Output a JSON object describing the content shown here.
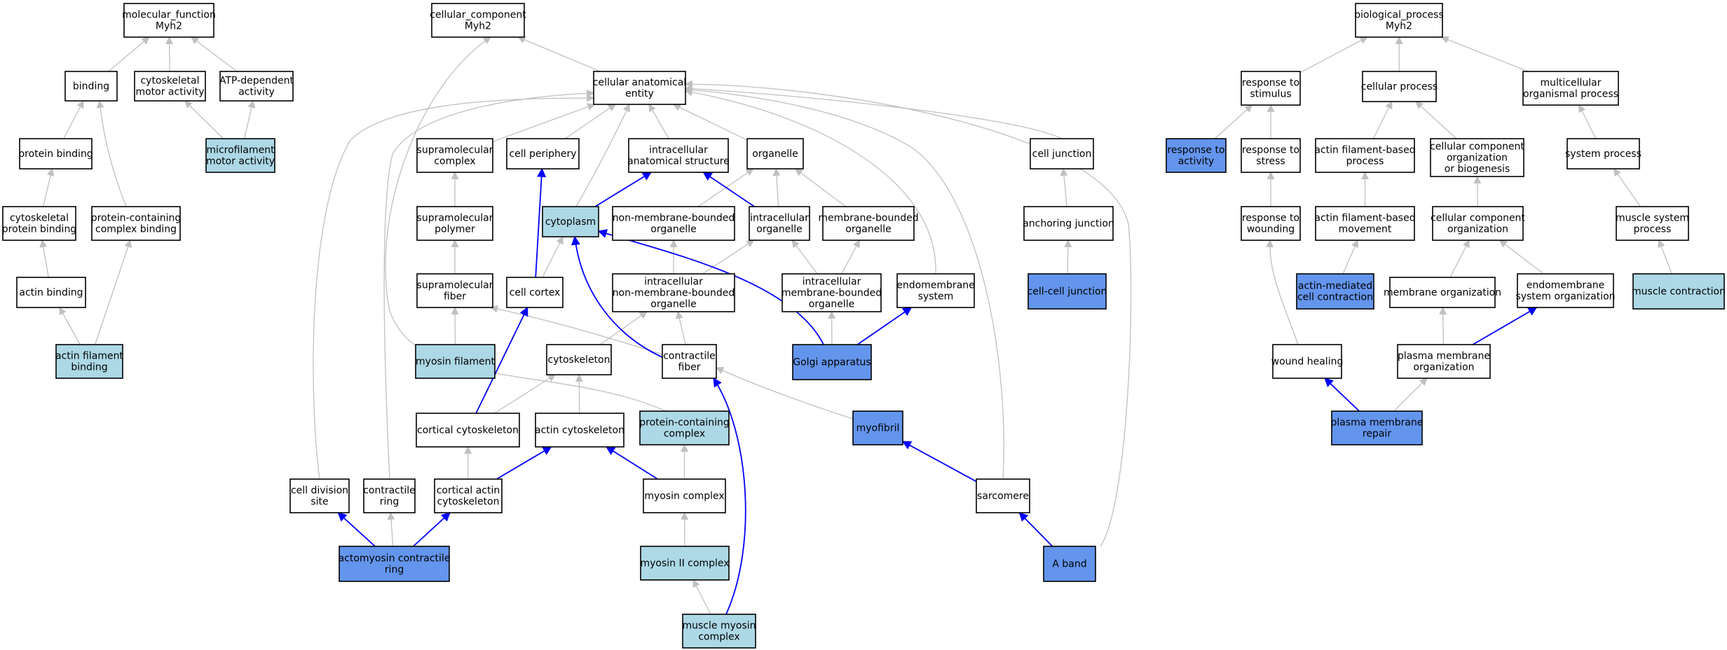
{
  "colors": {
    "plain": "#ffffff",
    "light": "#add8e6",
    "blue": "#6495ed",
    "edge_gray": "#c0c0c0",
    "edge_blue": "#0000ff"
  },
  "nodes": [
    {
      "id": "mf_root",
      "lines": [
        "molecular_function",
        "Myh2"
      ],
      "fill": "plain"
    },
    {
      "id": "binding",
      "lines": [
        "binding"
      ],
      "fill": "plain"
    },
    {
      "id": "cyto_motor",
      "lines": [
        "cytoskeletal",
        "motor activity"
      ],
      "fill": "plain"
    },
    {
      "id": "atp_dep",
      "lines": [
        "ATP-dependent",
        "activity"
      ],
      "fill": "plain"
    },
    {
      "id": "protein_binding",
      "lines": [
        "protein binding"
      ],
      "fill": "plain"
    },
    {
      "id": "microfilament_motor",
      "lines": [
        "microfilament",
        "motor activity"
      ],
      "fill": "light"
    },
    {
      "id": "cyto_protein_binding",
      "lines": [
        "cytoskeletal",
        "protein binding"
      ],
      "fill": "plain"
    },
    {
      "id": "pc_complex_binding",
      "lines": [
        "protein-containing",
        "complex binding"
      ],
      "fill": "plain"
    },
    {
      "id": "actin_binding",
      "lines": [
        "actin binding"
      ],
      "fill": "plain"
    },
    {
      "id": "actin_filament_binding",
      "lines": [
        "actin filament",
        "binding"
      ],
      "fill": "light"
    },
    {
      "id": "cc_root",
      "lines": [
        "cellular_component",
        "Myh2"
      ],
      "fill": "plain"
    },
    {
      "id": "cae",
      "lines": [
        "cellular anatomical",
        "entity"
      ],
      "fill": "plain"
    },
    {
      "id": "supramol_complex",
      "lines": [
        "supramolecular",
        "complex"
      ],
      "fill": "plain"
    },
    {
      "id": "cell_periphery",
      "lines": [
        "cell periphery"
      ],
      "fill": "plain"
    },
    {
      "id": "ias",
      "lines": [
        "intracellular",
        "anatomical structure"
      ],
      "fill": "plain"
    },
    {
      "id": "organelle",
      "lines": [
        "organelle"
      ],
      "fill": "plain"
    },
    {
      "id": "cell_junction",
      "lines": [
        "cell junction"
      ],
      "fill": "plain"
    },
    {
      "id": "supramol_polymer",
      "lines": [
        "supramolecular",
        "polymer"
      ],
      "fill": "plain"
    },
    {
      "id": "cytoplasm",
      "lines": [
        "cytoplasm"
      ],
      "fill": "light"
    },
    {
      "id": "nmbo",
      "lines": [
        "non-membrane-bounded",
        "organelle"
      ],
      "fill": "plain"
    },
    {
      "id": "ic_organelle",
      "lines": [
        "intracellular",
        "organelle"
      ],
      "fill": "plain"
    },
    {
      "id": "mbo",
      "lines": [
        "membrane-bounded",
        "organelle"
      ],
      "fill": "plain"
    },
    {
      "id": "anchoring_junction",
      "lines": [
        "anchoring junction"
      ],
      "fill": "plain"
    },
    {
      "id": "supramol_fiber",
      "lines": [
        "supramolecular",
        "fiber"
      ],
      "fill": "plain"
    },
    {
      "id": "cell_cortex",
      "lines": [
        "cell cortex"
      ],
      "fill": "plain"
    },
    {
      "id": "ic_nmbo",
      "lines": [
        "intracellular",
        "non-membrane-bounded",
        "organelle"
      ],
      "fill": "plain"
    },
    {
      "id": "ic_mbo",
      "lines": [
        "intracellular",
        "membrane-bounded",
        "organelle"
      ],
      "fill": "plain"
    },
    {
      "id": "endomembrane",
      "lines": [
        "endomembrane",
        "system"
      ],
      "fill": "plain"
    },
    {
      "id": "ccj",
      "lines": [
        "cell-cell junction"
      ],
      "fill": "blue"
    },
    {
      "id": "myosin_filament",
      "lines": [
        "myosin filament"
      ],
      "fill": "light"
    },
    {
      "id": "cytoskeleton",
      "lines": [
        "cytoskeleton"
      ],
      "fill": "plain"
    },
    {
      "id": "contractile_fiber",
      "lines": [
        "contractile",
        "fiber"
      ],
      "fill": "plain"
    },
    {
      "id": "golgi",
      "lines": [
        "Golgi apparatus"
      ],
      "fill": "blue"
    },
    {
      "id": "cortical_cytoskeleton",
      "lines": [
        "cortical cytoskeleton"
      ],
      "fill": "plain"
    },
    {
      "id": "actin_cytoskeleton",
      "lines": [
        "actin cytoskeleton"
      ],
      "fill": "plain"
    },
    {
      "id": "pc_complex",
      "lines": [
        "protein-containing",
        "complex"
      ],
      "fill": "light"
    },
    {
      "id": "myofibril",
      "lines": [
        "myofibril"
      ],
      "fill": "blue"
    },
    {
      "id": "cds",
      "lines": [
        "cell division",
        "site"
      ],
      "fill": "plain"
    },
    {
      "id": "contractile_ring",
      "lines": [
        "contractile",
        "ring"
      ],
      "fill": "plain"
    },
    {
      "id": "cortical_actin",
      "lines": [
        "cortical actin",
        "cytoskeleton"
      ],
      "fill": "plain"
    },
    {
      "id": "myosin_complex",
      "lines": [
        "myosin complex"
      ],
      "fill": "plain"
    },
    {
      "id": "sarcomere",
      "lines": [
        "sarcomere"
      ],
      "fill": "plain"
    },
    {
      "id": "acto_ring",
      "lines": [
        "actomyosin contractile",
        "ring"
      ],
      "fill": "blue"
    },
    {
      "id": "myosin2",
      "lines": [
        "myosin II complex"
      ],
      "fill": "light"
    },
    {
      "id": "a_band",
      "lines": [
        "A band"
      ],
      "fill": "blue"
    },
    {
      "id": "mmc",
      "lines": [
        "muscle myosin",
        "complex"
      ],
      "fill": "light"
    },
    {
      "id": "bp_root",
      "lines": [
        "biological_process",
        "Myh2"
      ],
      "fill": "plain"
    },
    {
      "id": "resp_stimulus",
      "lines": [
        "response to",
        "stimulus"
      ],
      "fill": "plain"
    },
    {
      "id": "cell_process",
      "lines": [
        "cellular process"
      ],
      "fill": "plain"
    },
    {
      "id": "multicell",
      "lines": [
        "multicellular",
        "organismal process"
      ],
      "fill": "plain"
    },
    {
      "id": "resp_activity",
      "lines": [
        "response to",
        "activity"
      ],
      "fill": "blue"
    },
    {
      "id": "resp_stress",
      "lines": [
        "response to",
        "stress"
      ],
      "fill": "plain"
    },
    {
      "id": "afb_process",
      "lines": [
        "actin filament-based",
        "process"
      ],
      "fill": "plain"
    },
    {
      "id": "ccob",
      "lines": [
        "cellular component",
        "organization",
        "or biogenesis"
      ],
      "fill": "plain"
    },
    {
      "id": "system_process",
      "lines": [
        "system process"
      ],
      "fill": "plain"
    },
    {
      "id": "resp_wounding",
      "lines": [
        "response to",
        "wounding"
      ],
      "fill": "plain"
    },
    {
      "id": "afb_movement",
      "lines": [
        "actin filament-based",
        "movement"
      ],
      "fill": "plain"
    },
    {
      "id": "cco",
      "lines": [
        "cellular component",
        "organization"
      ],
      "fill": "plain"
    },
    {
      "id": "msp",
      "lines": [
        "muscle system",
        "process"
      ],
      "fill": "plain"
    },
    {
      "id": "amcc",
      "lines": [
        "actin-mediated",
        "cell contraction"
      ],
      "fill": "blue"
    },
    {
      "id": "membrane_org",
      "lines": [
        "membrane organization"
      ],
      "fill": "plain"
    },
    {
      "id": "endo_org",
      "lines": [
        "endomembrane",
        "system organization"
      ],
      "fill": "plain"
    },
    {
      "id": "muscle_contraction",
      "lines": [
        "muscle contraction"
      ],
      "fill": "light"
    },
    {
      "id": "wound_healing",
      "lines": [
        "wound healing"
      ],
      "fill": "plain"
    },
    {
      "id": "pm_org",
      "lines": [
        "plasma membrane",
        "organization"
      ],
      "fill": "plain"
    },
    {
      "id": "pm_repair",
      "lines": [
        "plasma membrane",
        "repair"
      ],
      "fill": "blue"
    }
  ],
  "edges": [
    {
      "from": "binding",
      "to": "mf_root",
      "color": "gray"
    },
    {
      "from": "cyto_motor",
      "to": "mf_root",
      "color": "gray"
    },
    {
      "from": "atp_dep",
      "to": "mf_root",
      "color": "gray"
    },
    {
      "from": "protein_binding",
      "to": "binding",
      "color": "gray"
    },
    {
      "from": "pc_complex_binding",
      "to": "binding",
      "color": "gray"
    },
    {
      "from": "microfilament_motor",
      "to": "cyto_motor",
      "color": "gray"
    },
    {
      "from": "microfilament_motor",
      "to": "atp_dep",
      "color": "gray"
    },
    {
      "from": "cyto_protein_binding",
      "to": "protein_binding",
      "color": "gray"
    },
    {
      "from": "actin_binding",
      "to": "cyto_protein_binding",
      "color": "gray"
    },
    {
      "from": "actin_filament_binding",
      "to": "actin_binding",
      "color": "gray"
    },
    {
      "from": "actin_filament_binding",
      "to": "pc_complex_binding",
      "color": "gray"
    },
    {
      "from": "cae",
      "to": "cc_root",
      "color": "gray"
    },
    {
      "from": "supramol_complex",
      "to": "cae",
      "color": "gray"
    },
    {
      "from": "cell_periphery",
      "to": "cae",
      "color": "gray"
    },
    {
      "from": "ias",
      "to": "cae",
      "color": "gray"
    },
    {
      "from": "organelle",
      "to": "cae",
      "color": "gray"
    },
    {
      "from": "cell_junction",
      "to": "cae",
      "color": "gray"
    },
    {
      "from": "cytoplasm",
      "to": "cae",
      "color": "gray"
    },
    {
      "from": "endomembrane",
      "to": "cae",
      "color": "gray"
    },
    {
      "from": "cds",
      "to": "cae",
      "color": "gray"
    },
    {
      "from": "contractile_ring",
      "to": "cae",
      "color": "gray"
    },
    {
      "from": "sarcomere",
      "to": "cae",
      "color": "gray"
    },
    {
      "from": "a_band",
      "to": "cae",
      "color": "gray"
    },
    {
      "from": "pc_complex",
      "to": "cc_root",
      "color": "gray"
    },
    {
      "from": "supramol_polymer",
      "to": "supramol_complex",
      "color": "gray"
    },
    {
      "from": "supramol_fiber",
      "to": "supramol_polymer",
      "color": "gray"
    },
    {
      "from": "myosin_filament",
      "to": "supramol_fiber",
      "color": "gray"
    },
    {
      "from": "contractile_fiber",
      "to": "supramol_fiber",
      "color": "gray"
    },
    {
      "from": "cytoplasm",
      "to": "ias",
      "color": "blue"
    },
    {
      "from": "cell_cortex",
      "to": "cell_periphery",
      "color": "blue"
    },
    {
      "from": "cell_cortex",
      "to": "cytoplasm",
      "color": "gray"
    },
    {
      "from": "nmbo",
      "to": "organelle",
      "color": "gray"
    },
    {
      "from": "ic_organelle",
      "to": "organelle",
      "color": "gray"
    },
    {
      "from": "mbo",
      "to": "organelle",
      "color": "gray"
    },
    {
      "from": "ic_organelle",
      "to": "ias",
      "color": "blue"
    },
    {
      "from": "ic_nmbo",
      "to": "nmbo",
      "color": "gray"
    },
    {
      "from": "ic_nmbo",
      "to": "ic_organelle",
      "color": "gray"
    },
    {
      "from": "ic_mbo",
      "to": "ic_organelle",
      "color": "gray"
    },
    {
      "from": "ic_mbo",
      "to": "mbo",
      "color": "gray"
    },
    {
      "from": "cytoskeleton",
      "to": "ic_nmbo",
      "color": "gray"
    },
    {
      "from": "contractile_fiber",
      "to": "ic_nmbo",
      "color": "gray"
    },
    {
      "from": "contractile_fiber",
      "to": "cytoplasm",
      "color": "blue"
    },
    {
      "from": "golgi",
      "to": "ic_mbo",
      "color": "gray"
    },
    {
      "from": "golgi",
      "to": "cytoplasm",
      "color": "blue"
    },
    {
      "from": "golgi",
      "to": "endomembrane",
      "color": "blue"
    },
    {
      "from": "anchoring_junction",
      "to": "cell_junction",
      "color": "gray"
    },
    {
      "from": "ccj",
      "to": "anchoring_junction",
      "color": "gray"
    },
    {
      "from": "cortical_cytoskeleton",
      "to": "cytoskeleton",
      "color": "gray"
    },
    {
      "from": "cortical_cytoskeleton",
      "to": "cell_cortex",
      "color": "blue"
    },
    {
      "from": "actin_cytoskeleton",
      "to": "cytoskeleton",
      "color": "gray"
    },
    {
      "from": "cortical_actin",
      "to": "cortical_cytoskeleton",
      "color": "gray"
    },
    {
      "from": "cortical_actin",
      "to": "actin_cytoskeleton",
      "color": "blue"
    },
    {
      "from": "myosin_complex",
      "to": "pc_complex",
      "color": "gray"
    },
    {
      "from": "myosin_complex",
      "to": "actin_cytoskeleton",
      "color": "blue"
    },
    {
      "from": "myofibril",
      "to": "contractile_fiber",
      "color": "gray"
    },
    {
      "from": "sarcomere",
      "to": "myofibril",
      "color": "blue"
    },
    {
      "from": "a_band",
      "to": "sarcomere",
      "color": "blue"
    },
    {
      "from": "acto_ring",
      "to": "cds",
      "color": "blue"
    },
    {
      "from": "acto_ring",
      "to": "contractile_ring",
      "color": "gray"
    },
    {
      "from": "acto_ring",
      "to": "cortical_actin",
      "color": "blue"
    },
    {
      "from": "myosin2",
      "to": "myosin_complex",
      "color": "gray"
    },
    {
      "from": "mmc",
      "to": "myosin2",
      "color": "gray"
    },
    {
      "from": "mmc",
      "to": "contractile_fiber",
      "color": "blue"
    },
    {
      "from": "resp_stimulus",
      "to": "bp_root",
      "color": "gray"
    },
    {
      "from": "cell_process",
      "to": "bp_root",
      "color": "gray"
    },
    {
      "from": "multicell",
      "to": "bp_root",
      "color": "gray"
    },
    {
      "from": "resp_activity",
      "to": "resp_stimulus",
      "color": "gray"
    },
    {
      "from": "resp_stress",
      "to": "resp_stimulus",
      "color": "gray"
    },
    {
      "from": "afb_process",
      "to": "cell_process",
      "color": "gray"
    },
    {
      "from": "ccob",
      "to": "cell_process",
      "color": "gray"
    },
    {
      "from": "system_process",
      "to": "multicell",
      "color": "gray"
    },
    {
      "from": "resp_wounding",
      "to": "resp_stress",
      "color": "gray"
    },
    {
      "from": "afb_movement",
      "to": "afb_process",
      "color": "gray"
    },
    {
      "from": "cco",
      "to": "ccob",
      "color": "gray"
    },
    {
      "from": "msp",
      "to": "system_process",
      "color": "gray"
    },
    {
      "from": "wound_healing",
      "to": "resp_wounding",
      "color": "gray"
    },
    {
      "from": "amcc",
      "to": "afb_movement",
      "color": "gray"
    },
    {
      "from": "membrane_org",
      "to": "cco",
      "color": "gray"
    },
    {
      "from": "endo_org",
      "to": "cco",
      "color": "gray"
    },
    {
      "from": "muscle_contraction",
      "to": "msp",
      "color": "gray"
    },
    {
      "from": "pm_org",
      "to": "membrane_org",
      "color": "gray"
    },
    {
      "from": "pm_org",
      "to": "endo_org",
      "color": "blue"
    },
    {
      "from": "pm_repair",
      "to": "wound_healing",
      "color": "blue"
    },
    {
      "from": "pm_repair",
      "to": "pm_org",
      "color": "gray"
    }
  ]
}
